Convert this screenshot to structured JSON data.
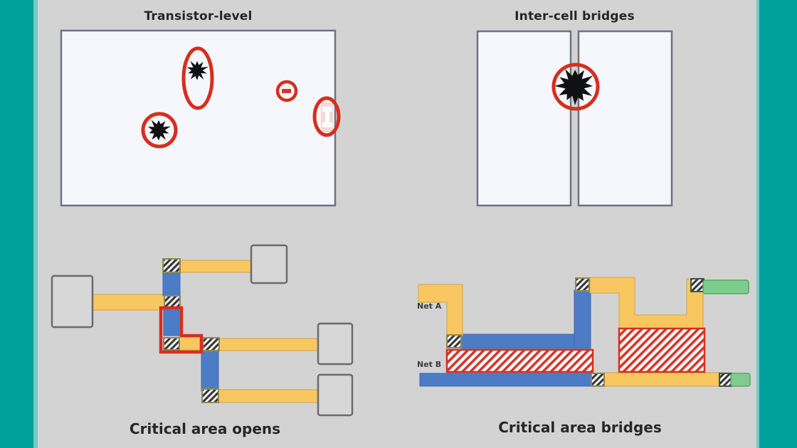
{
  "panels": {
    "transistor_level": {
      "title": "Transistor-level"
    },
    "inter_cell_bridges": {
      "title": "Inter-cell bridges"
    },
    "critical_area_opens": {
      "caption": "Critical area opens"
    },
    "critical_area_bridges": {
      "caption": "Critical area bridges",
      "net_a_label": "Net A",
      "net_b_label": "Net B"
    }
  },
  "colors": {
    "teal": "#00a09d",
    "teal_edge": "#7cc7c3",
    "background": "#d3d3d3",
    "text": "#262626",
    "diffusion_green": "#a6d4a0",
    "poly_red": "#e76d66",
    "metal_yellow": "#f8c75f",
    "metal_blue": "#4d7cc7",
    "pad_gray": "#d7d7d7",
    "green_segment": "#7ecd8e",
    "defect_red": "#d62e1f"
  }
}
